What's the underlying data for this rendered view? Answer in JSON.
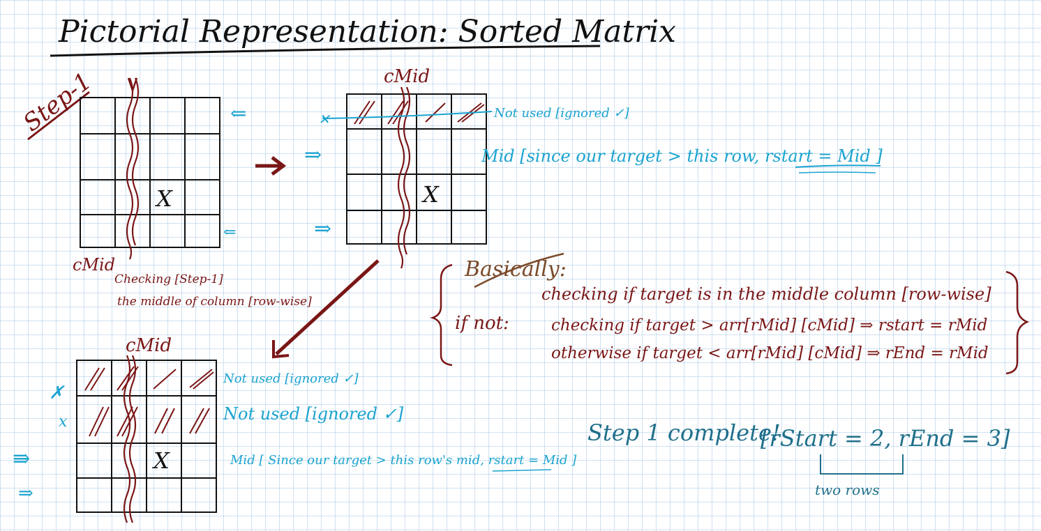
{
  "title": "Pictorial Representation: Sorted Matrix",
  "step_label": "Step-1",
  "cmid": "cMid",
  "x_mark": "X",
  "cross_mark": "x",
  "checking_line1": "Checking [Step-1]",
  "checking_line2": "the middle of column [row-wise]",
  "m2_note_row0": "Not used [ignored ✓]",
  "m2_note_row1": "Mid [since our target > this row, rstart = Mid ]",
  "m3_note_row0": "Not used [ignored ✓]",
  "m3_note_row1": "Not used [ignored ✓]",
  "m3_note_row2": "Mid [ Since our target > this row's mid, rstart = Mid ]",
  "basically": "Basically:",
  "line1": "checking if target is in the middle column [row-wise]",
  "if_not": "if not:",
  "line2": "checking if target > arr[rMid] [cMid] ⇒ rstart = rMid",
  "line3": "otherwise if target < arr[rMid] [cMid] ⇒ rEnd = rMid",
  "step_complete": "Step 1 complete!",
  "step_result": "[rStart = 2, rEnd = 3]",
  "two_rows": "two rows",
  "colors": {
    "red": "#7a1616",
    "cyan": "#1aa3cf",
    "teal": "#1f6f8b",
    "brown": "#7a4a2a"
  }
}
